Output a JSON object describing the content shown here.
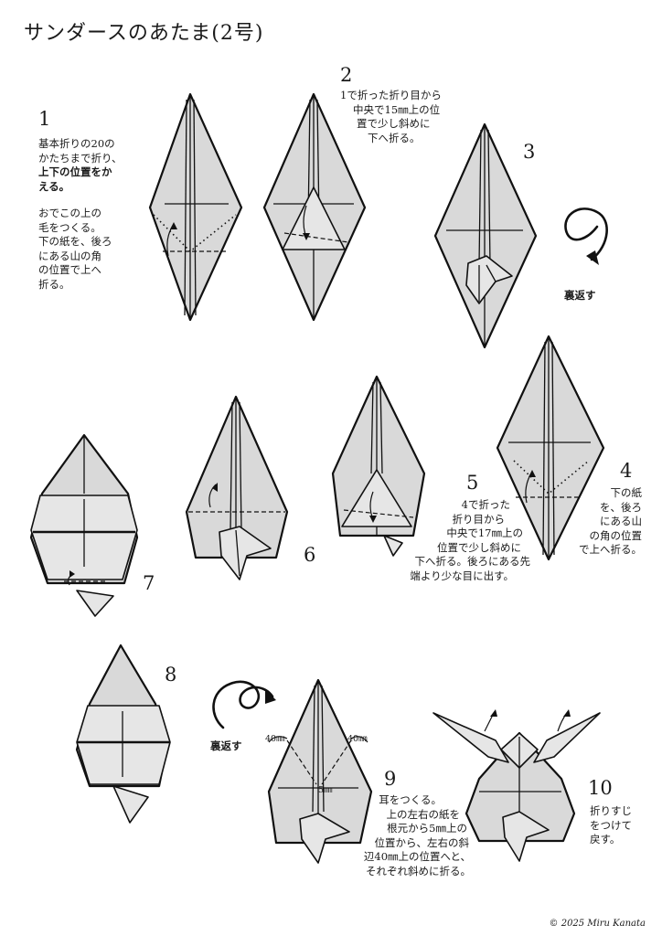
{
  "title": "サンダースのあたま(2号)",
  "steps": [
    {
      "num": "1",
      "lines": [
        "基本折りの20の",
        "かたちまで折り、"
      ],
      "bold_lines": [
        "上下の位置をか",
        "える。"
      ],
      "extra_lines": [
        "おでこの上の",
        "毛をつくる。",
        "下の紙を、後ろ",
        "にある山の角",
        "の位置で上へ",
        "折る。"
      ]
    },
    {
      "num": "2",
      "lines": [
        "1で折った折り目から",
        "中央で15㎜上の位",
        "置で少し斜めに",
        "下へ折る。"
      ]
    },
    {
      "num": "3",
      "lines": []
    },
    {
      "num": "4",
      "lines": [
        "下の紙",
        "を、後ろ",
        "にある山",
        "の角の位置",
        "で上へ折る。"
      ]
    },
    {
      "num": "5",
      "lines": [
        "4で折った",
        "折り目から",
        "中央で17㎜上の",
        "位置で少し斜めに",
        "下へ折る。後ろにある先",
        "端より少な目に出す。"
      ]
    },
    {
      "num": "6",
      "lines": []
    },
    {
      "num": "7",
      "lines": []
    },
    {
      "num": "8",
      "lines": []
    },
    {
      "num": "9",
      "lines": [
        "耳をつくる。",
        "上の左右の紙を",
        "根元から5㎜上の",
        "位置から、左右の斜",
        "辺40㎜上の位置へと、",
        "それぞれ斜めに折る。"
      ],
      "measures": {
        "left": "40㎜",
        "right": "40㎜",
        "center": "5㎜"
      }
    },
    {
      "num": "10",
      "lines": [
        "折りすじ",
        "をつけて",
        "戻す。"
      ]
    }
  ],
  "turn_over_label": "裏返す",
  "copyright": "© 2025 Miru Kanata",
  "colors": {
    "paper": "#d9d9d9",
    "ink": "#111111",
    "background": "#ffffff"
  }
}
